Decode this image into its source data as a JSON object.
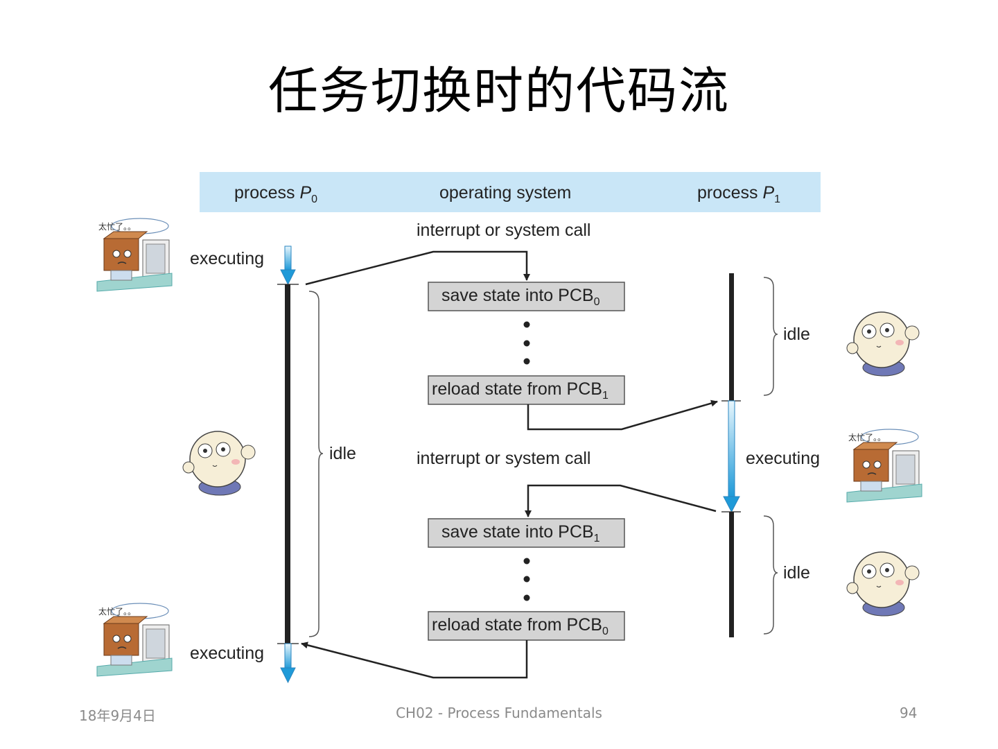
{
  "slide": {
    "title": "任务切换时的代码流",
    "footer_date": "18年9月4日",
    "footer_center": "CH02 - Process Fundamentals",
    "page_number": "94"
  },
  "diagram": {
    "header": {
      "p0_text": "process ",
      "p0_italic": "P",
      "p0_sub": "0",
      "os": "operating system",
      "p1_text": "process ",
      "p1_italic": "P",
      "p1_sub": "1",
      "background": "#c9e6f7"
    },
    "interrupt_label": "interrupt or system call",
    "executing_label": "executing",
    "idle_label": "idle",
    "box_fill": "#d4d4d4",
    "arrow_color": "#29a3e0",
    "boxes": [
      {
        "text": "save state into PCB",
        "sub": "0"
      },
      {
        "text": "reload state from PCB",
        "sub": "1"
      },
      {
        "text": "save state into PCB",
        "sub": "1"
      },
      {
        "text": "reload state from PCB",
        "sub": "0"
      }
    ],
    "bubble_text": "太忙了。。"
  }
}
